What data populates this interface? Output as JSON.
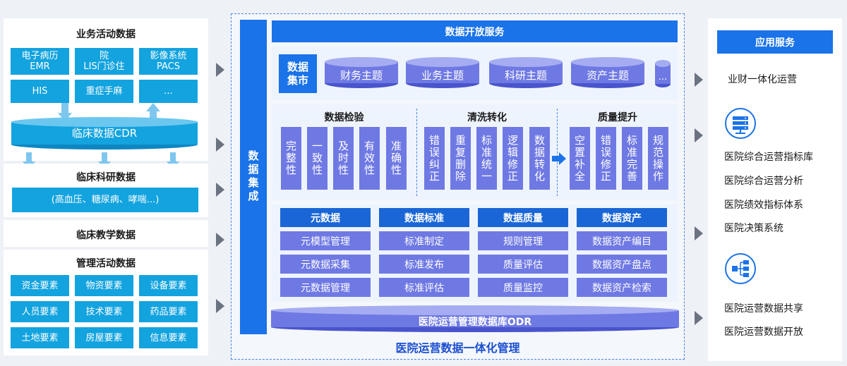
{
  "left": {
    "business": {
      "title": "业务活动数据",
      "cells": [
        "电子病历\nEMR",
        "院\nLIS门诊住",
        "影像系统\nPACS",
        "HIS",
        "重症手麻",
        "..."
      ]
    },
    "cdr": "临床数据CDR",
    "research": {
      "title": "临床科研数据",
      "content": "(高血压、糖尿病、哮喘...)"
    },
    "teaching": {
      "title": "临床教学数据"
    },
    "management": {
      "title": "管理活动数据",
      "cells": [
        "资金要素",
        "物资要素",
        "设备要素",
        "人员要素",
        "技术要素",
        "药品要素",
        "土地要素",
        "房屋要素",
        "信息要素"
      ]
    }
  },
  "center": {
    "integration": "数据集成",
    "open_service": "数据开放服务",
    "mart_label": "数据集市",
    "themes": [
      "财务主题",
      "业务主题",
      "科研主题",
      "资产主题",
      "..."
    ],
    "check": {
      "title": "数据检验",
      "items": [
        "完整性",
        "一致性",
        "及时性",
        "有效性",
        "准确性"
      ]
    },
    "clean": {
      "title": "清洗转化",
      "items": [
        "错误纠正",
        "重复删除",
        "标准统一",
        "逻辑修正",
        "数据转化"
      ]
    },
    "quality_up": {
      "title": "质量提升",
      "items": [
        "空置补全",
        "错误修正",
        "标准完善",
        "规范操作"
      ]
    },
    "columns": [
      {
        "header": "元数据",
        "items": [
          "元模型管理",
          "元数据采集",
          "元数据管理"
        ]
      },
      {
        "header": "数据标准",
        "items": [
          "标准制定",
          "标准发布",
          "标准评估"
        ]
      },
      {
        "header": "数据质量",
        "items": [
          "规则管理",
          "质量评估",
          "质量监控"
        ]
      },
      {
        "header": "数据资产",
        "items": [
          "数据资产编目",
          "数据资产盘点",
          "数据资产检索"
        ]
      }
    ],
    "odr": "医院运营管理数据库ODR",
    "footer": "医院运营数据一体化管理"
  },
  "right": {
    "title": "应用服务",
    "items": [
      "业财一体化运营",
      "医院综合运营指标库",
      "医院综合运营分析",
      "医院绩效指标体系",
      "医院决策系统",
      "医院运营数据共享",
      "医院运营数据开放"
    ],
    "icons": [
      "server-icon",
      "network-icon"
    ]
  },
  "colors": {
    "blue": "#1a73e8",
    "cyan": "#13a3df",
    "purple": "#6f79e4",
    "footer": "#1a4fd0"
  }
}
